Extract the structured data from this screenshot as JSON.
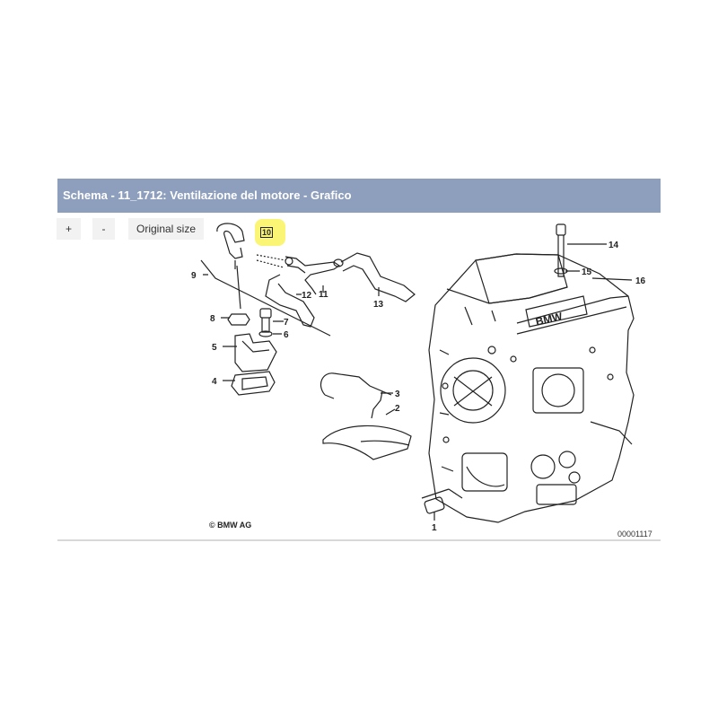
{
  "header": {
    "title": "Schema - 11_1712: Ventilazione del motore - Grafico"
  },
  "toolbar": {
    "zoom_in_label": "+",
    "zoom_out_label": "-",
    "original_size_label": "Original size"
  },
  "diagram": {
    "part_labels": [
      "1",
      "2",
      "3",
      "4",
      "5",
      "6",
      "7",
      "8",
      "9",
      "11",
      "12",
      "13",
      "14",
      "15",
      "16"
    ],
    "highlighted_label": "10",
    "engine_logo": "BMW",
    "copyright": "© BMW AG",
    "figure_number": "00001117",
    "colors": {
      "highlight": "#fbf46a",
      "header": "#8e9fbd",
      "ink": "#222222"
    }
  }
}
